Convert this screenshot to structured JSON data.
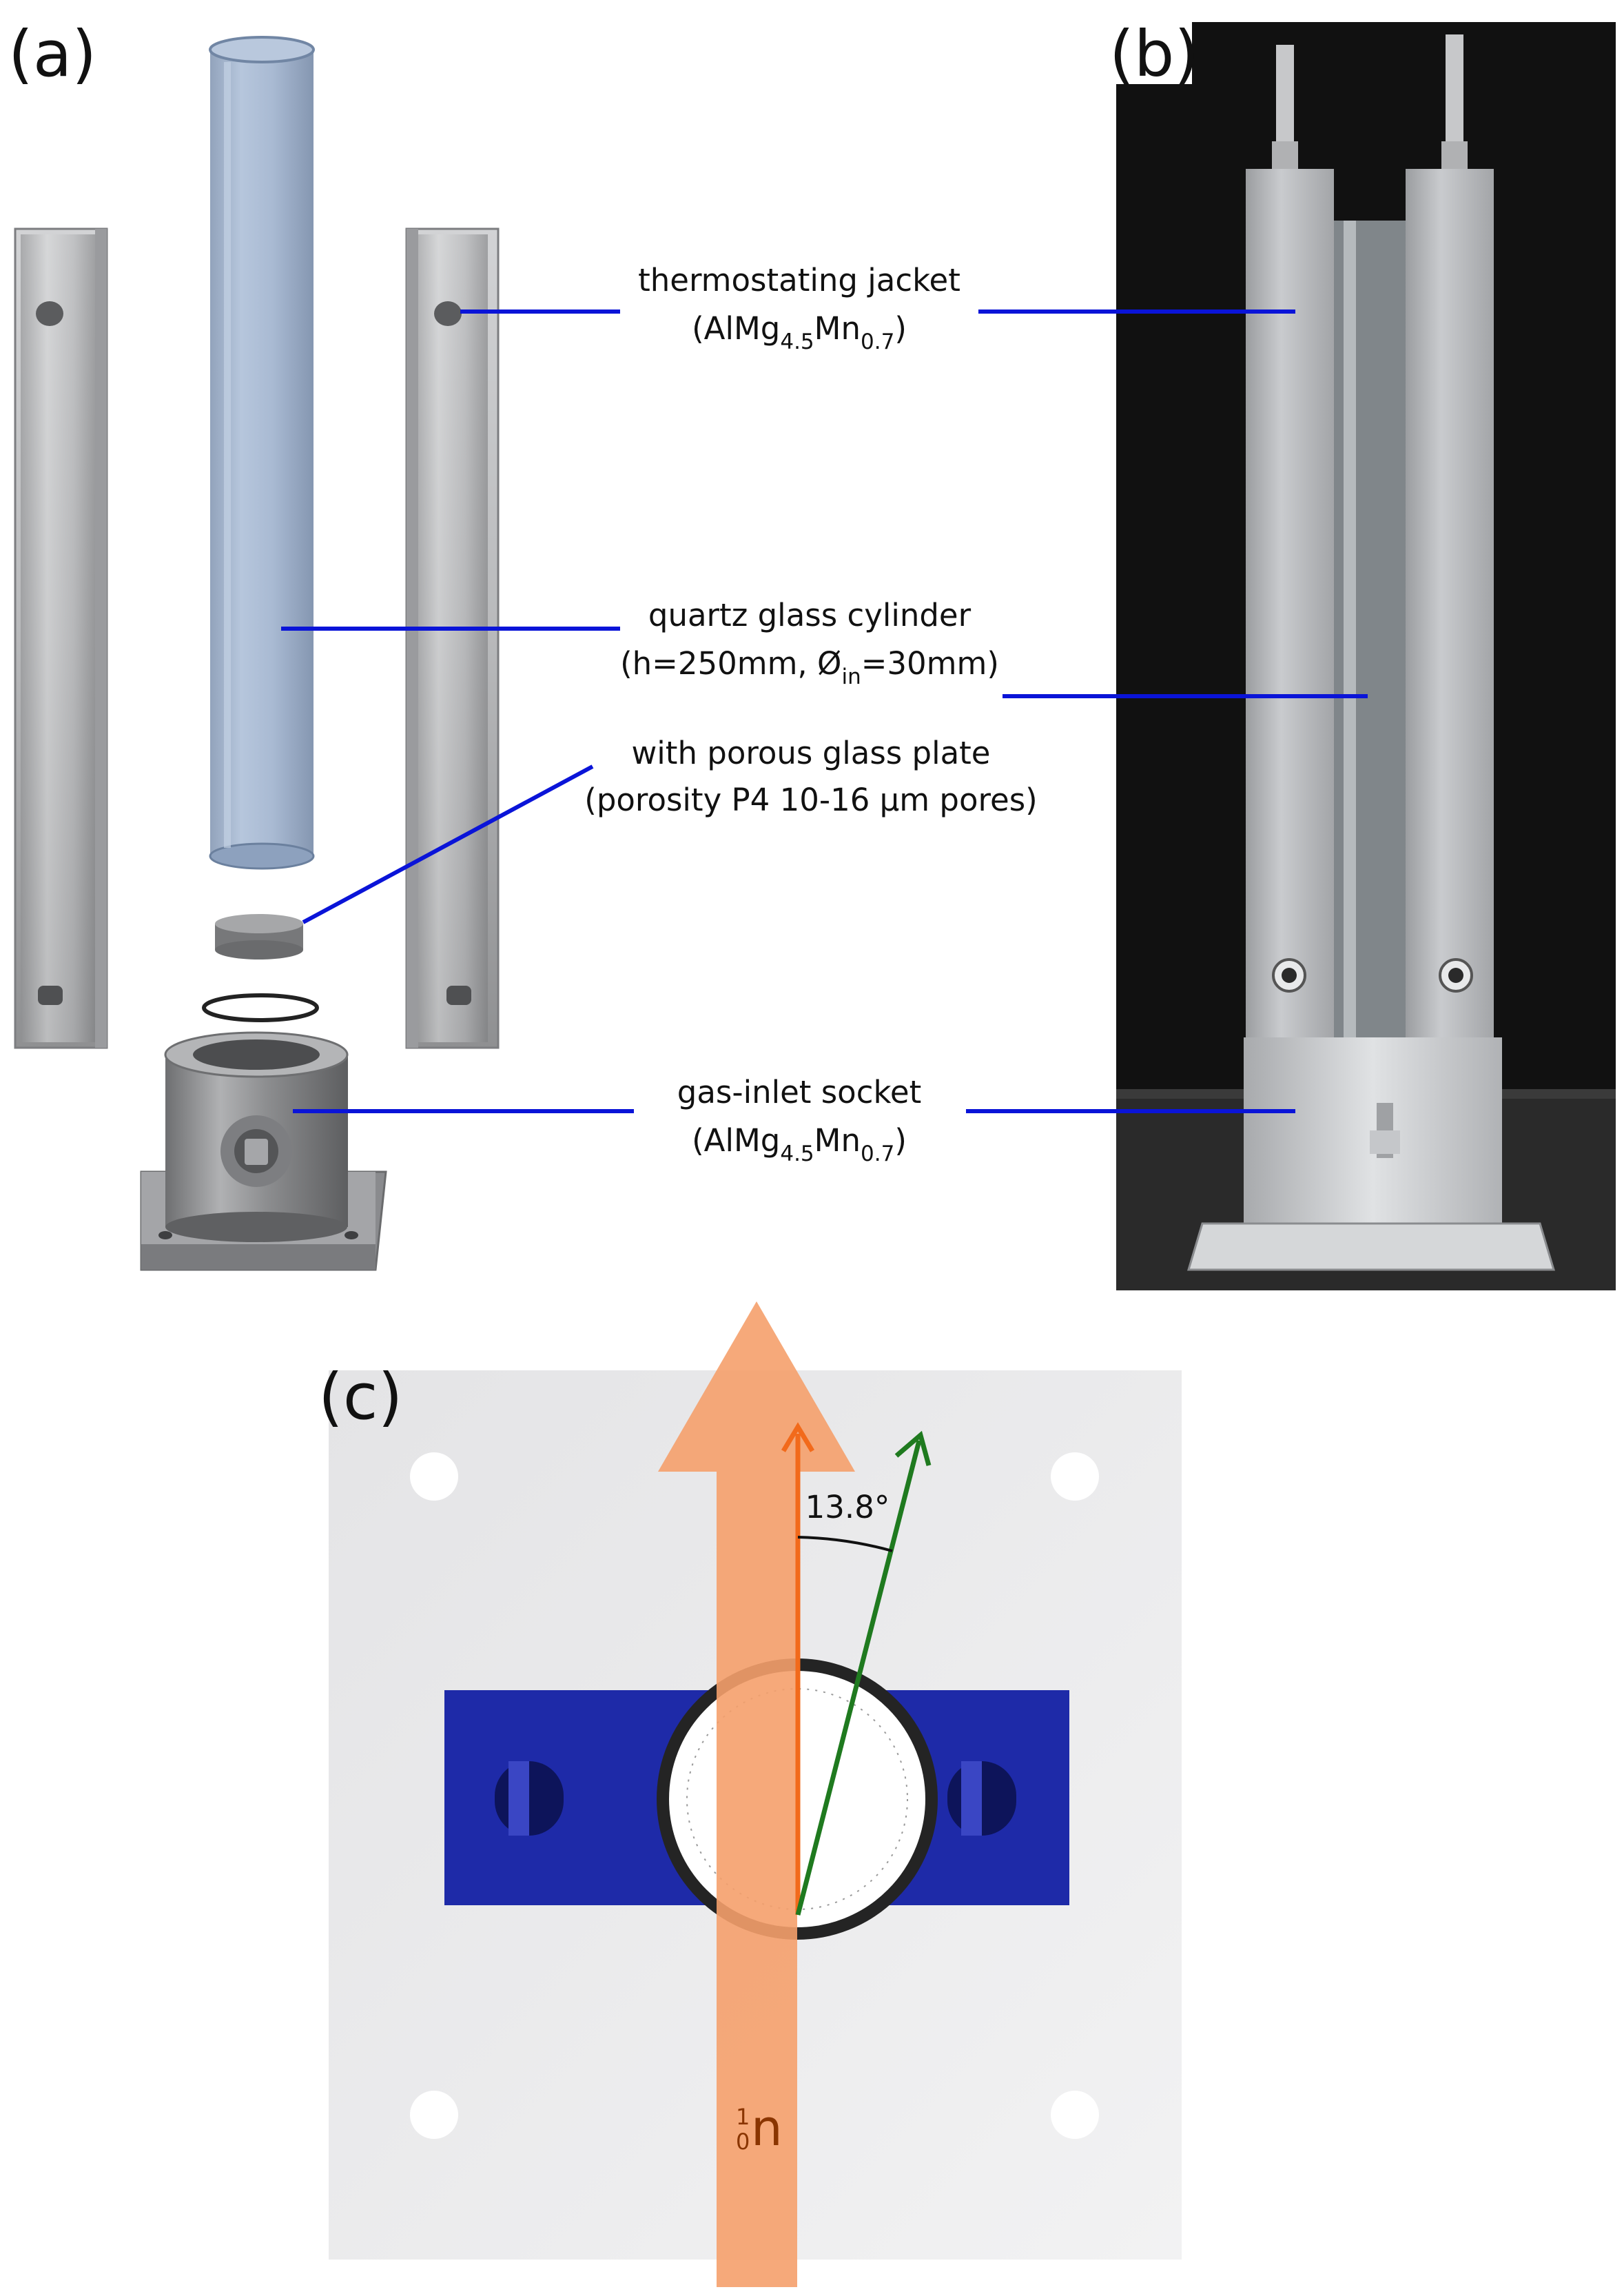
{
  "panels": {
    "a": "(a)",
    "b": "(b)",
    "c": "(c)"
  },
  "labels": {
    "jacket": {
      "line1": "thermostating jacket",
      "line2": {
        "pre": "(AlMg",
        "sub1": "4.5",
        "mid": "Mn",
        "sub2": "0.7",
        "post": ")"
      }
    },
    "cylinder": {
      "line1": "quartz glass cylinder",
      "line2": {
        "pre": "(h=250mm, Ø",
        "sub": "in",
        "post": "=30mm)"
      }
    },
    "plate": {
      "line1": "with porous glass plate",
      "line2": "(porosity P4 10-16 µm pores)"
    },
    "socket": {
      "line1": "gas-inlet socket",
      "line2": {
        "pre": "(AlMg",
        "sub1": "4.5",
        "mid": "Mn",
        "sub2": "0.7",
        "post": ")"
      }
    }
  },
  "panel_c": {
    "angle": "13.8°",
    "neutron": {
      "mass": "1",
      "charge": "0",
      "symbol": "n"
    }
  },
  "colors": {
    "leader_line": "#0a14d8",
    "beam": "#f5a06c",
    "beam_axis": "#f26a1b",
    "rotated_axis": "#1f7a1f",
    "jacket_block": "#1e2aa8",
    "base_plate": "#e9e9ea",
    "photo_background": "#111111"
  }
}
